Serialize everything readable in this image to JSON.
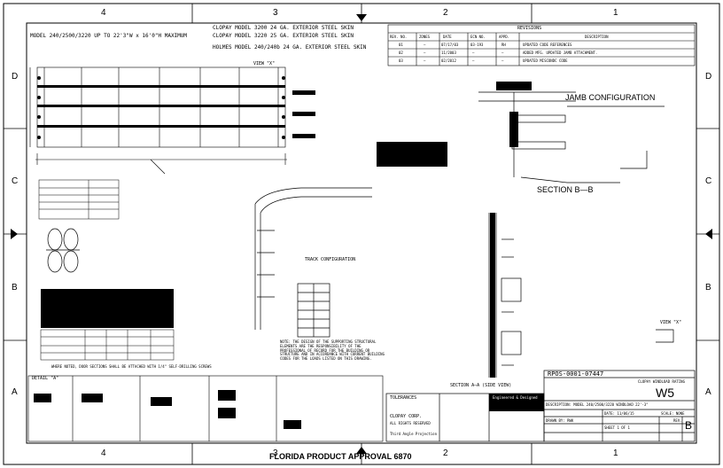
{
  "zones": {
    "top": [
      "4",
      "3",
      "2",
      "1"
    ],
    "bottom": [
      "4",
      "3",
      "2",
      "1"
    ],
    "left": [
      "D",
      "C",
      "B",
      "A"
    ],
    "right": [
      "D",
      "C",
      "B",
      "A"
    ]
  },
  "model_header": {
    "line1": "MODEL 240/2500/3220 UP TO 22'3\"W x 16'0\"H MAXIMUM",
    "line2": "CLOPAY MODEL 3200 24 GA. EXTERIOR STEEL SKIN",
    "line3": "CLOPAY MODEL 3220 25 GA. EXTERIOR STEEL SKIN",
    "line4": "HOLMES MODEL 240/240b 24 GA. EXTERIOR STEEL SKIN"
  },
  "revisions": {
    "title": "REVISIONS",
    "columns": [
      "REV. NO.",
      "ZONES",
      "DATE",
      "ECN NO.",
      "APPD.",
      "DESCRIPTION"
    ],
    "rows": [
      [
        "01",
        "—",
        "07/17/03",
        "03-193",
        "RH",
        "UPDATED CODE REFERENCES"
      ],
      [
        "02",
        "—",
        "11/2003",
        "—",
        "—",
        "ADDED MFG. UPDATED JAMB ATTACHMENT."
      ],
      [
        "03",
        "—",
        "02/2012",
        "—",
        "—",
        "UPDATED MISCONDC CODE"
      ]
    ]
  },
  "labels": {
    "jamb_config": "JAMB CONFIGURATION",
    "section_bb": "SECTION B—B",
    "track_config": "TRACK CONFIGURATION",
    "section_aa": "SECTION A—A (SIDE VIEW)",
    "view_x": "VIEW \"X\"",
    "view_x2": "VIEW \"X\"",
    "detail_a": "DETAIL \"A\""
  },
  "title_block": {
    "drawing_no": "RPOS-0001-07447",
    "sheet_title": "CLOPAY WINDLOAD RATING",
    "sheet_code": "W5",
    "description": "DESCRIPTION: MODEL 240/2500/3220 WINDLOAD 22'-3\"",
    "drawn_by": "DRAWN BY: RWK",
    "date": "DATE: 11/06/15",
    "scale": "SCALE: NONE",
    "rev_label": "REV.",
    "rev": "B",
    "sheet": "SHEET 1 OF 1",
    "company": "CLOPAY CORP.",
    "rights": "ALL RIGHTS RESERVED",
    "third_angle": "Third Angle Projection",
    "tolerances": "TOLERANCES",
    "engineer": "Engineered & Designed"
  },
  "notes": {
    "glazing": "WHERE NOTED, DOOR SECTIONS SHALL BE ATTACHED WITH 1/4\" SELF-DRILLING SCREWS",
    "elements": "NOTE: THE DESIGN OF THE SUPPORTING STRUCTURAL ELEMENTS ARE THE RESPONSIBILITY OF THE PROFESSIONAL OF RECORD FOR THE BUILDING OR STRUCTURE AND IN ACCORDANCE WITH CURRENT BUILDING CODES FOR THE LOADS LISTED ON THIS DRAWING."
  },
  "footer": {
    "approval": "FLORIDA PRODUCT APPROVAL 6870"
  }
}
